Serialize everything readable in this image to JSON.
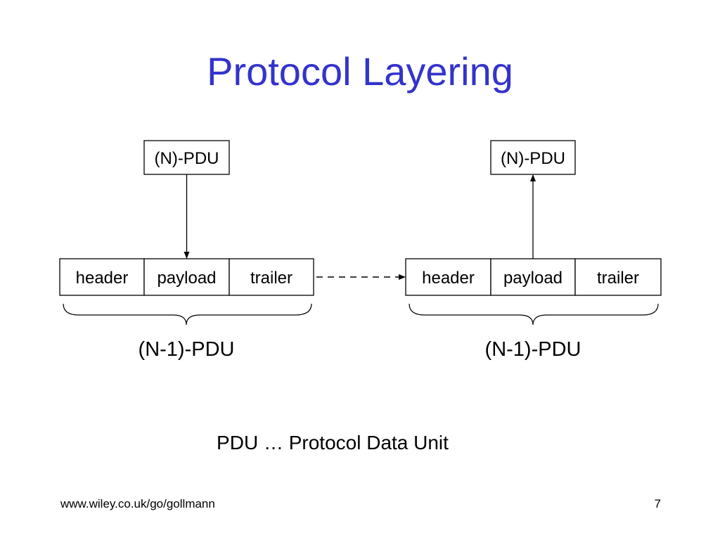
{
  "slide": {
    "title": "Protocol Layering",
    "definition": "PDU … Protocol Data Unit",
    "footer_url": "www.wiley.co.uk/go/gollmann",
    "page_number": "7",
    "title_color": "#3333cc"
  },
  "diagram": {
    "left": {
      "upper_label": "(N)-PDU",
      "cells": [
        "header",
        "payload",
        "trailer"
      ],
      "lower_label": "(N-1)-PDU",
      "arrow_direction": "down"
    },
    "right": {
      "upper_label": "(N)-PDU",
      "cells": [
        "header",
        "payload",
        "trailer"
      ],
      "lower_label": "(N-1)-PDU",
      "arrow_direction": "up"
    },
    "connector_style": "dashed-arrow"
  }
}
